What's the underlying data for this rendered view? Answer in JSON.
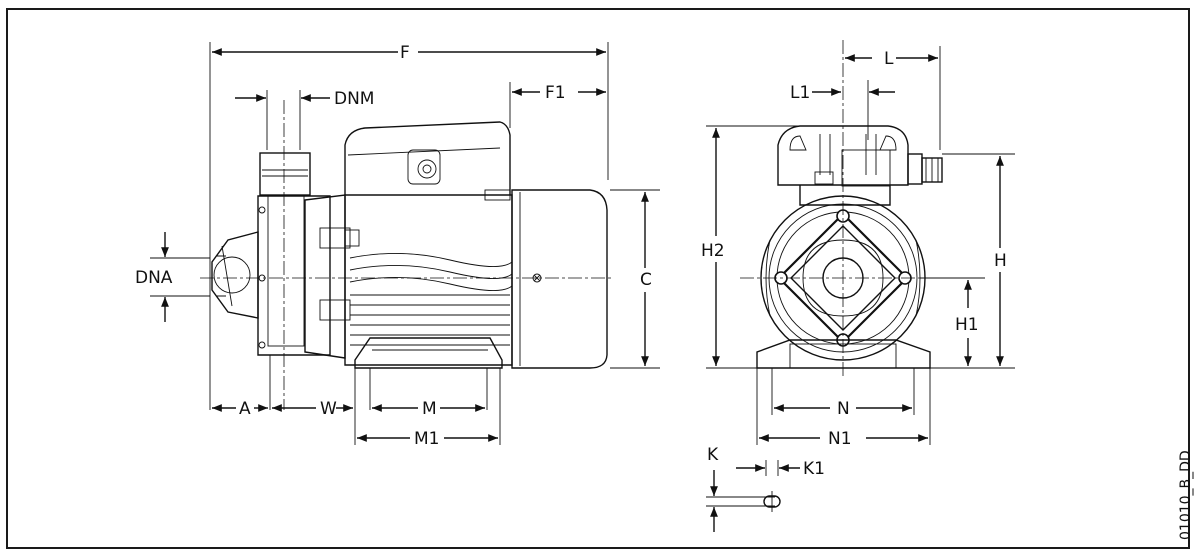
{
  "drawing_code": "01010_B_DD",
  "side_view_labels": {
    "F": "F",
    "F1": "F1",
    "DNM": "DNM",
    "DNA": "DNA",
    "C": "C",
    "A": "A",
    "W": "W",
    "M": "M",
    "M1": "M1"
  },
  "front_view_labels": {
    "L": "L",
    "L1": "L1",
    "H2": "H2",
    "H": "H",
    "H1": "H1",
    "N": "N",
    "N1": "N1",
    "K": "K",
    "K1": "K1"
  }
}
